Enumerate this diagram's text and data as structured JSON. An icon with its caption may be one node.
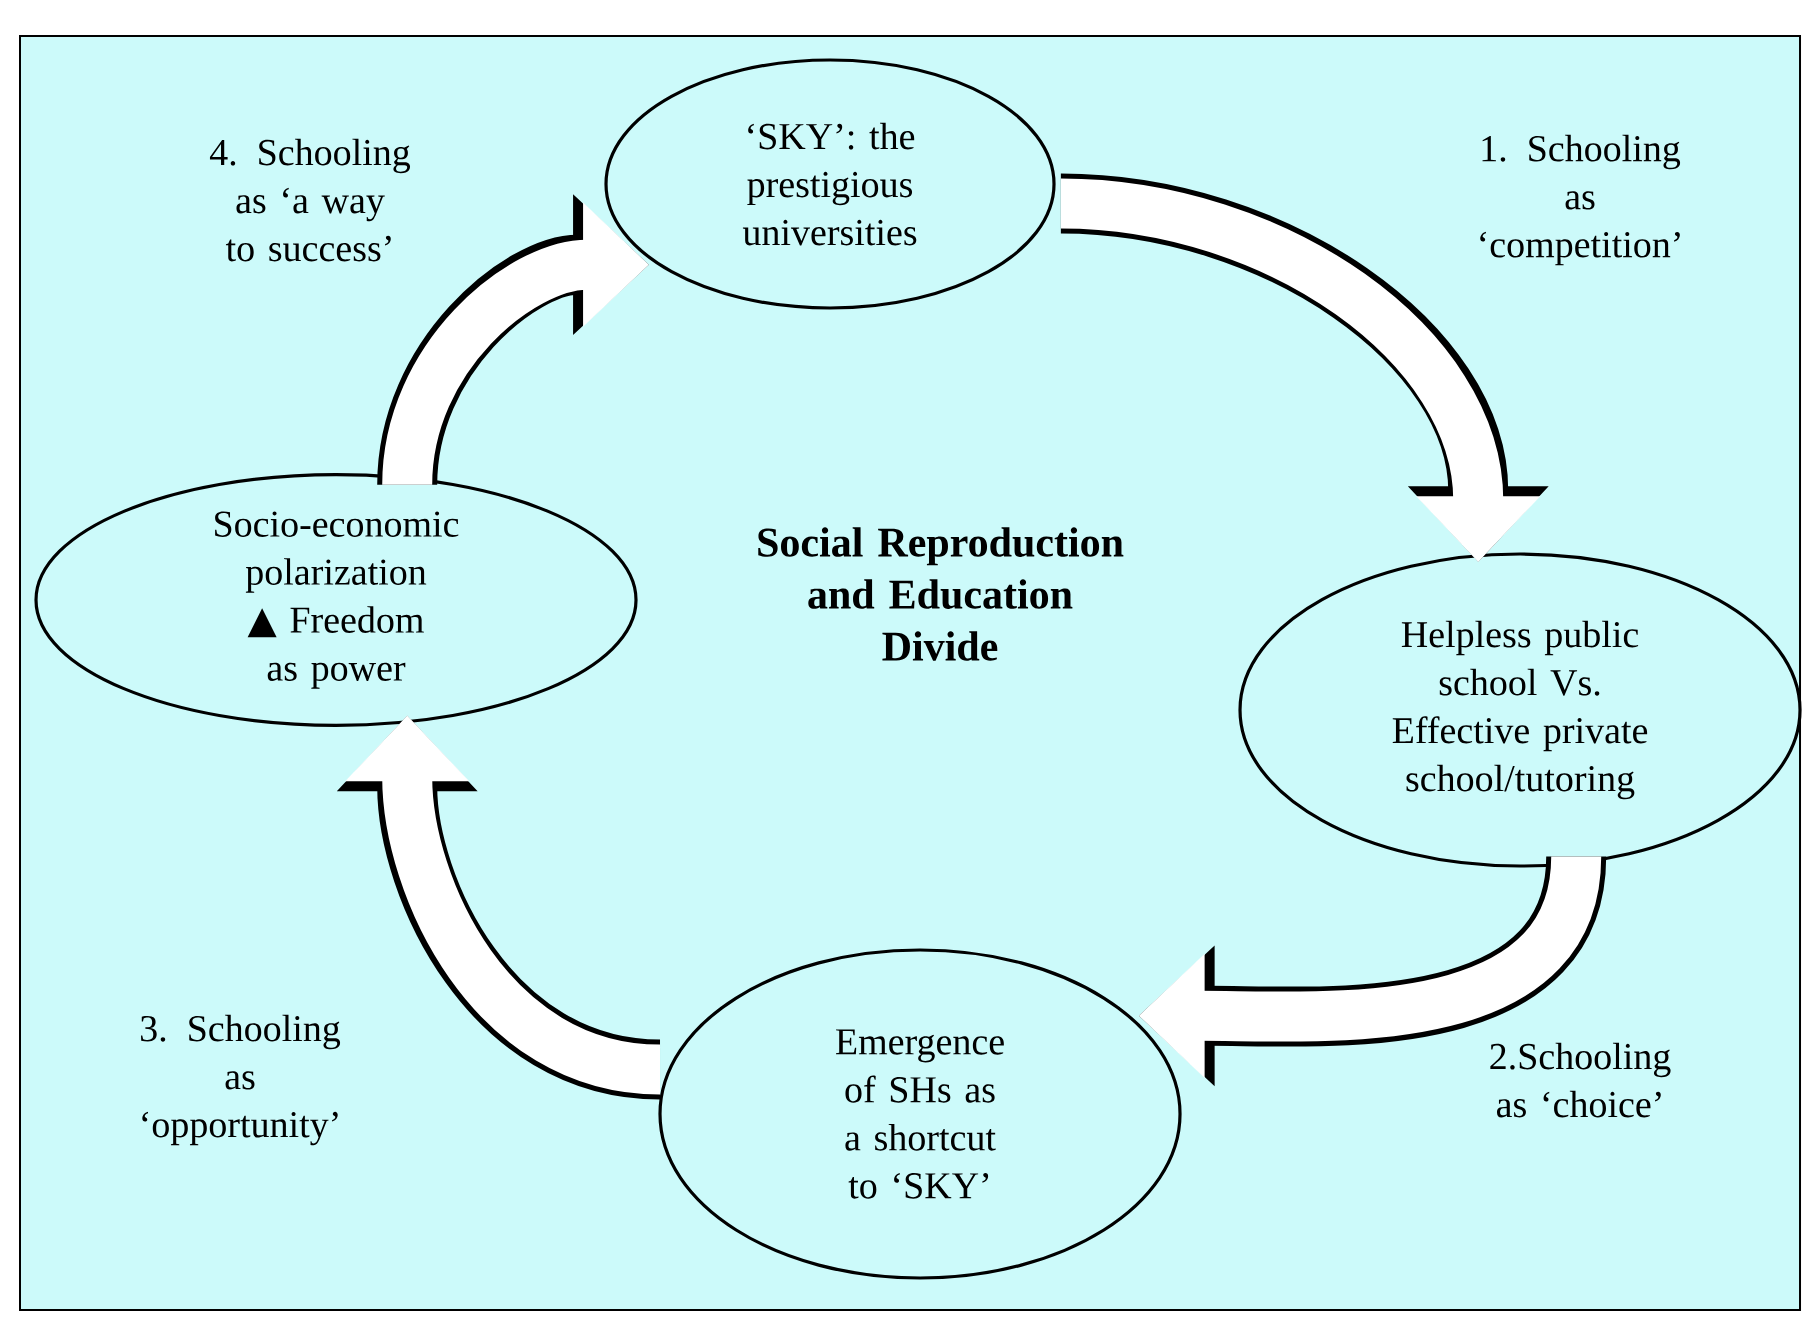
{
  "diagram": {
    "title": "Social Reproduction and Education Divide",
    "nodes": [
      {
        "text": [
          "‘SKY’: the prestigious universities"
        ]
      },
      {
        "text": [
          "Helpless public school Vs. Effective private school/tutoring"
        ]
      },
      {
        "text": [
          "Emergence of SHs as a shortcut to ‘SKY’"
        ]
      },
      {
        "text": [
          "Socio-economic polarization ▲ Freedom as power"
        ]
      }
    ],
    "edges": [
      {
        "from": 0,
        "to": 1,
        "arrow": "to",
        "label": "1. Schooling as ‘competition’"
      },
      {
        "from": 1,
        "to": 2,
        "arrow": "to",
        "label": "2.Schooling as ‘choice’"
      },
      {
        "from": 2,
        "to": 3,
        "arrow": "to",
        "label": "3. Schooling as ‘opportunity’"
      },
      {
        "from": 3,
        "to": 0,
        "arrow": "to",
        "label": "4. Schooling as ‘a way to success’"
      }
    ]
  }
}
